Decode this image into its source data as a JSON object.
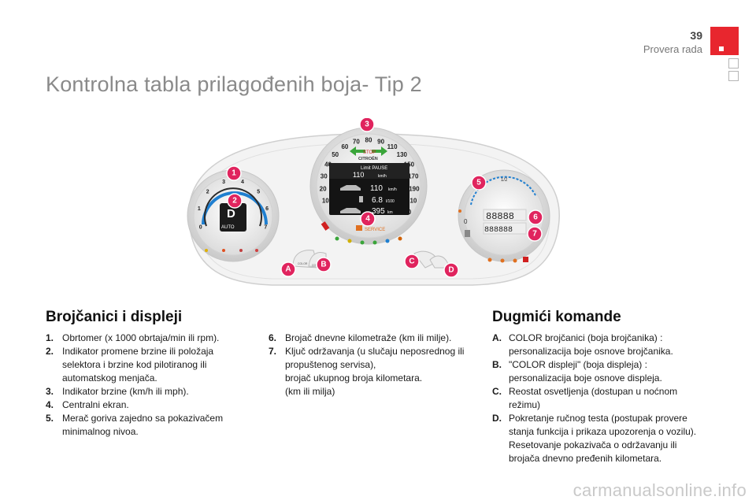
{
  "header": {
    "page_number": "39",
    "section": "Provera rada"
  },
  "title": "Kontrolna tabla prilagođenih boja- Tip 2",
  "figure": {
    "callouts": [
      "1",
      "2",
      "3",
      "4",
      "5",
      "6",
      "7",
      "A",
      "B",
      "C",
      "D"
    ],
    "gear": "D",
    "gear_mode": "AUTO",
    "stop_label": "STOP",
    "brand": "CITROËN",
    "speed_limit": "Limit PAUSE",
    "speed_limit_value": "110",
    "speed_unit": "km/h",
    "speed_value": "110",
    "consumption_value": "6.8",
    "consumption_unit": "l/100",
    "range_value": "395",
    "range_unit": "km",
    "service_label": "SERVICE",
    "odo_trip": "88888",
    "odo_total": "888888",
    "rpm_ticks": [
      "0",
      "1",
      "2",
      "3",
      "4",
      "5",
      "6",
      "7"
    ],
    "speed_ticks": [
      "0",
      "10",
      "20",
      "30",
      "40",
      "50",
      "60",
      "70",
      "80",
      "90",
      "110",
      "130",
      "150",
      "170",
      "190",
      "210",
      "230"
    ],
    "fuel_ticks": [
      "0",
      "1/2"
    ],
    "color_label": "COLOR"
  },
  "left_section": {
    "title": "Brojčanici i displeji",
    "col1": [
      {
        "n": "1.",
        "text": "Obrtomer (x 1000 obrtaja/min ili rpm)."
      },
      {
        "n": "2.",
        "text": "Indikator promene brzine ili položaja selektora i brzine kod pilotiranog ili automatskog menjača."
      },
      {
        "n": "3.",
        "text": "Indikator brzine (km/h ili mph)."
      },
      {
        "n": "4.",
        "text": "Centralni ekran."
      },
      {
        "n": "5.",
        "text": "Merač goriva zajedno sa pokazivačem minimalnog nivoa."
      }
    ],
    "col2": [
      {
        "n": "6.",
        "text": "Brojač dnevne kilometraže (km ili milje)."
      },
      {
        "n": "7.",
        "text": "Ključ održavanja (u slučaju neposrednog ili propuštenog servisa),\nbrojač ukupnog broja kilometara.\n(km ili milja)"
      }
    ]
  },
  "right_section": {
    "title": "Dugmići komande",
    "items": [
      {
        "n": "A.",
        "text": "COLOR brojčanici (boja brojčanika) : personalizacija boje osnove brojčanika."
      },
      {
        "n": "B.",
        "text": "\"COLOR displeji\" (boja displeja) : personalizacija boje osnove displeja."
      },
      {
        "n": "C.",
        "text": "Reostat osvetljenja (dostupan u noćnom režimu)"
      },
      {
        "n": "D.",
        "text": "Pokretanje ručnog testa (postupak provere stanja funkcija i prikaza upozorenja o vozilu).\nResetovanje pokazivača o održavanju ili brojača dnevno pređenih kilometara."
      }
    ]
  },
  "footer": {
    "watermark": "carmanualsonline.info"
  },
  "colors": {
    "accent_red": "#e8262e",
    "title_gray": "#8a8a8a",
    "callout_pink": "#e0245e",
    "dial_blue": "#1f7fd0"
  }
}
